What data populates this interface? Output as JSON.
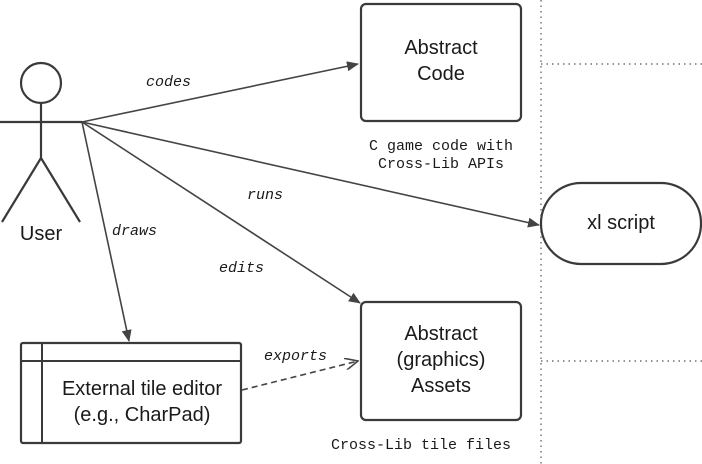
{
  "actor": {
    "label": "User"
  },
  "nodes": {
    "abstract_code": {
      "line1": "Abstract",
      "line2": "Code"
    },
    "xl_script": {
      "label": "xl script"
    },
    "abstract_assets": {
      "line1": "Abstract",
      "line2": "(graphics)",
      "line3": "Assets"
    },
    "tile_editor": {
      "line1": "External tile editor",
      "line2": "(e.g., CharPad)"
    }
  },
  "notes": {
    "code_note_line1": "C game code with",
    "code_note_line2": "Cross-Lib APIs",
    "assets_note": "Cross-Lib tile files"
  },
  "edges": {
    "codes": "codes",
    "runs": "runs",
    "draws": "draws",
    "edits": "edits",
    "exports": "exports"
  }
}
